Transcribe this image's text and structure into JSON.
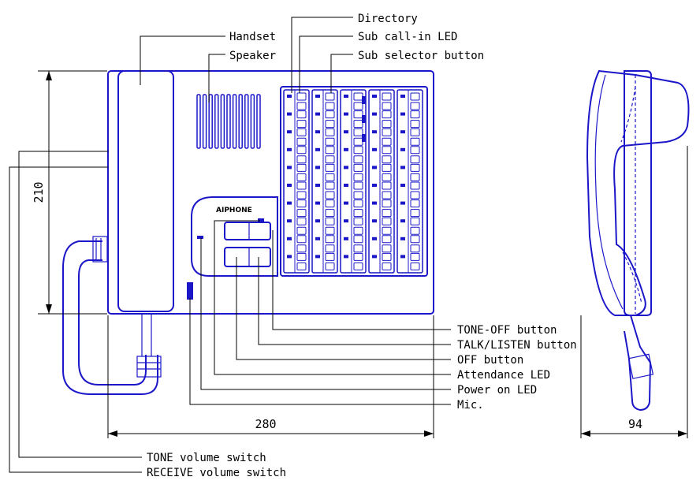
{
  "labels": {
    "directory": "Directory",
    "sub_call_in_led": "Sub call-in LED",
    "sub_selector_button": "Sub selector button",
    "handset": "Handset",
    "speaker": "Speaker",
    "tone_off_button": "TONE-OFF button",
    "talk_listen_button": "TALK/LISTEN button",
    "off_button": "OFF button",
    "attendance_led": "Attendance LED",
    "power_on_led": "Power on LED",
    "mic": "Mic.",
    "tone_volume_switch": "TONE volume switch",
    "receive_volume_switch": "RECEIVE volume switch",
    "brand": "AIPHONE"
  },
  "dimensions": {
    "height": "210",
    "width": "280",
    "depth": "94"
  },
  "colors": {
    "device_outline": "#1b17c9",
    "leader_lines": "#000000"
  }
}
